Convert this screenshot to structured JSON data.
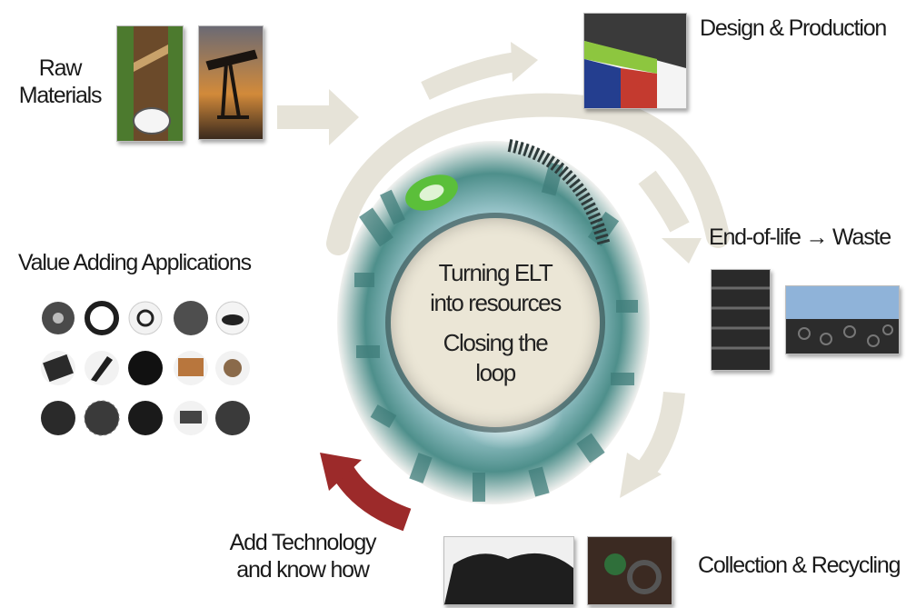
{
  "labels": {
    "raw_materials_1": "Raw",
    "raw_materials_2": "Materials",
    "design_production": "Design & Production",
    "end_of_life": "End-of-life → Waste",
    "collection_recycling": "Collection & Recycling",
    "add_tech_1": "Add Technology",
    "add_tech_2": "and know how",
    "value_adding": "Value Adding Applications"
  },
  "center": {
    "line1": "Turning ELT",
    "line2": "into resources",
    "line3": "Closing the",
    "line4": "loop"
  },
  "colors": {
    "arrow_light": "#e4e1d6",
    "arrow_red": "#9c2a2a",
    "disc_fill": "#ece7d8"
  }
}
